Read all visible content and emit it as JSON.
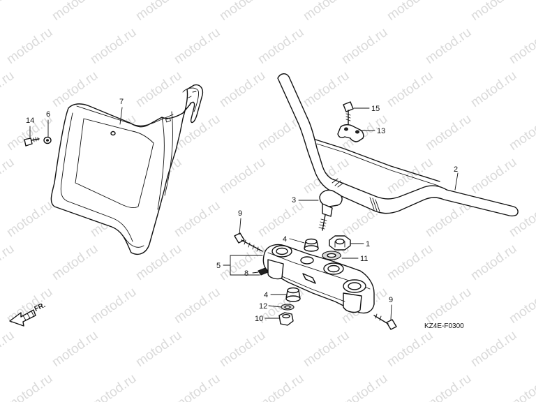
{
  "watermark": "motod.ru",
  "figure_code": "KZ4E-F0300",
  "direction_label": "FR.",
  "parts": [
    {
      "number": "1",
      "part": "nut"
    },
    {
      "number": "2",
      "part": "handlebar"
    },
    {
      "number": "3",
      "part": "lower handlebar holder"
    },
    {
      "number": "4",
      "part": "rubber bushing"
    },
    {
      "number": "5",
      "part": "top bridge"
    },
    {
      "number": "6",
      "part": "washer"
    },
    {
      "number": "7",
      "part": "front number plate"
    },
    {
      "number": "8",
      "part": "cap"
    },
    {
      "number": "9",
      "part": "bolt"
    },
    {
      "number": "10",
      "part": "nut"
    },
    {
      "number": "11",
      "part": "washer"
    },
    {
      "number": "12",
      "part": "washer"
    },
    {
      "number": "13",
      "part": "upper handlebar holder"
    },
    {
      "number": "14",
      "part": "bolt"
    },
    {
      "number": "15",
      "part": "bolt"
    }
  ],
  "callouts": [
    {
      "number": "14"
    },
    {
      "number": "6"
    },
    {
      "number": "7"
    },
    {
      "number": "15"
    },
    {
      "number": "13"
    },
    {
      "number": "2"
    },
    {
      "number": "3"
    },
    {
      "number": "9"
    },
    {
      "number": "4"
    },
    {
      "number": "1"
    },
    {
      "number": "5"
    },
    {
      "number": "11"
    },
    {
      "number": "8"
    },
    {
      "number": "4"
    },
    {
      "number": "12"
    },
    {
      "number": "10"
    },
    {
      "number": "9"
    }
  ]
}
